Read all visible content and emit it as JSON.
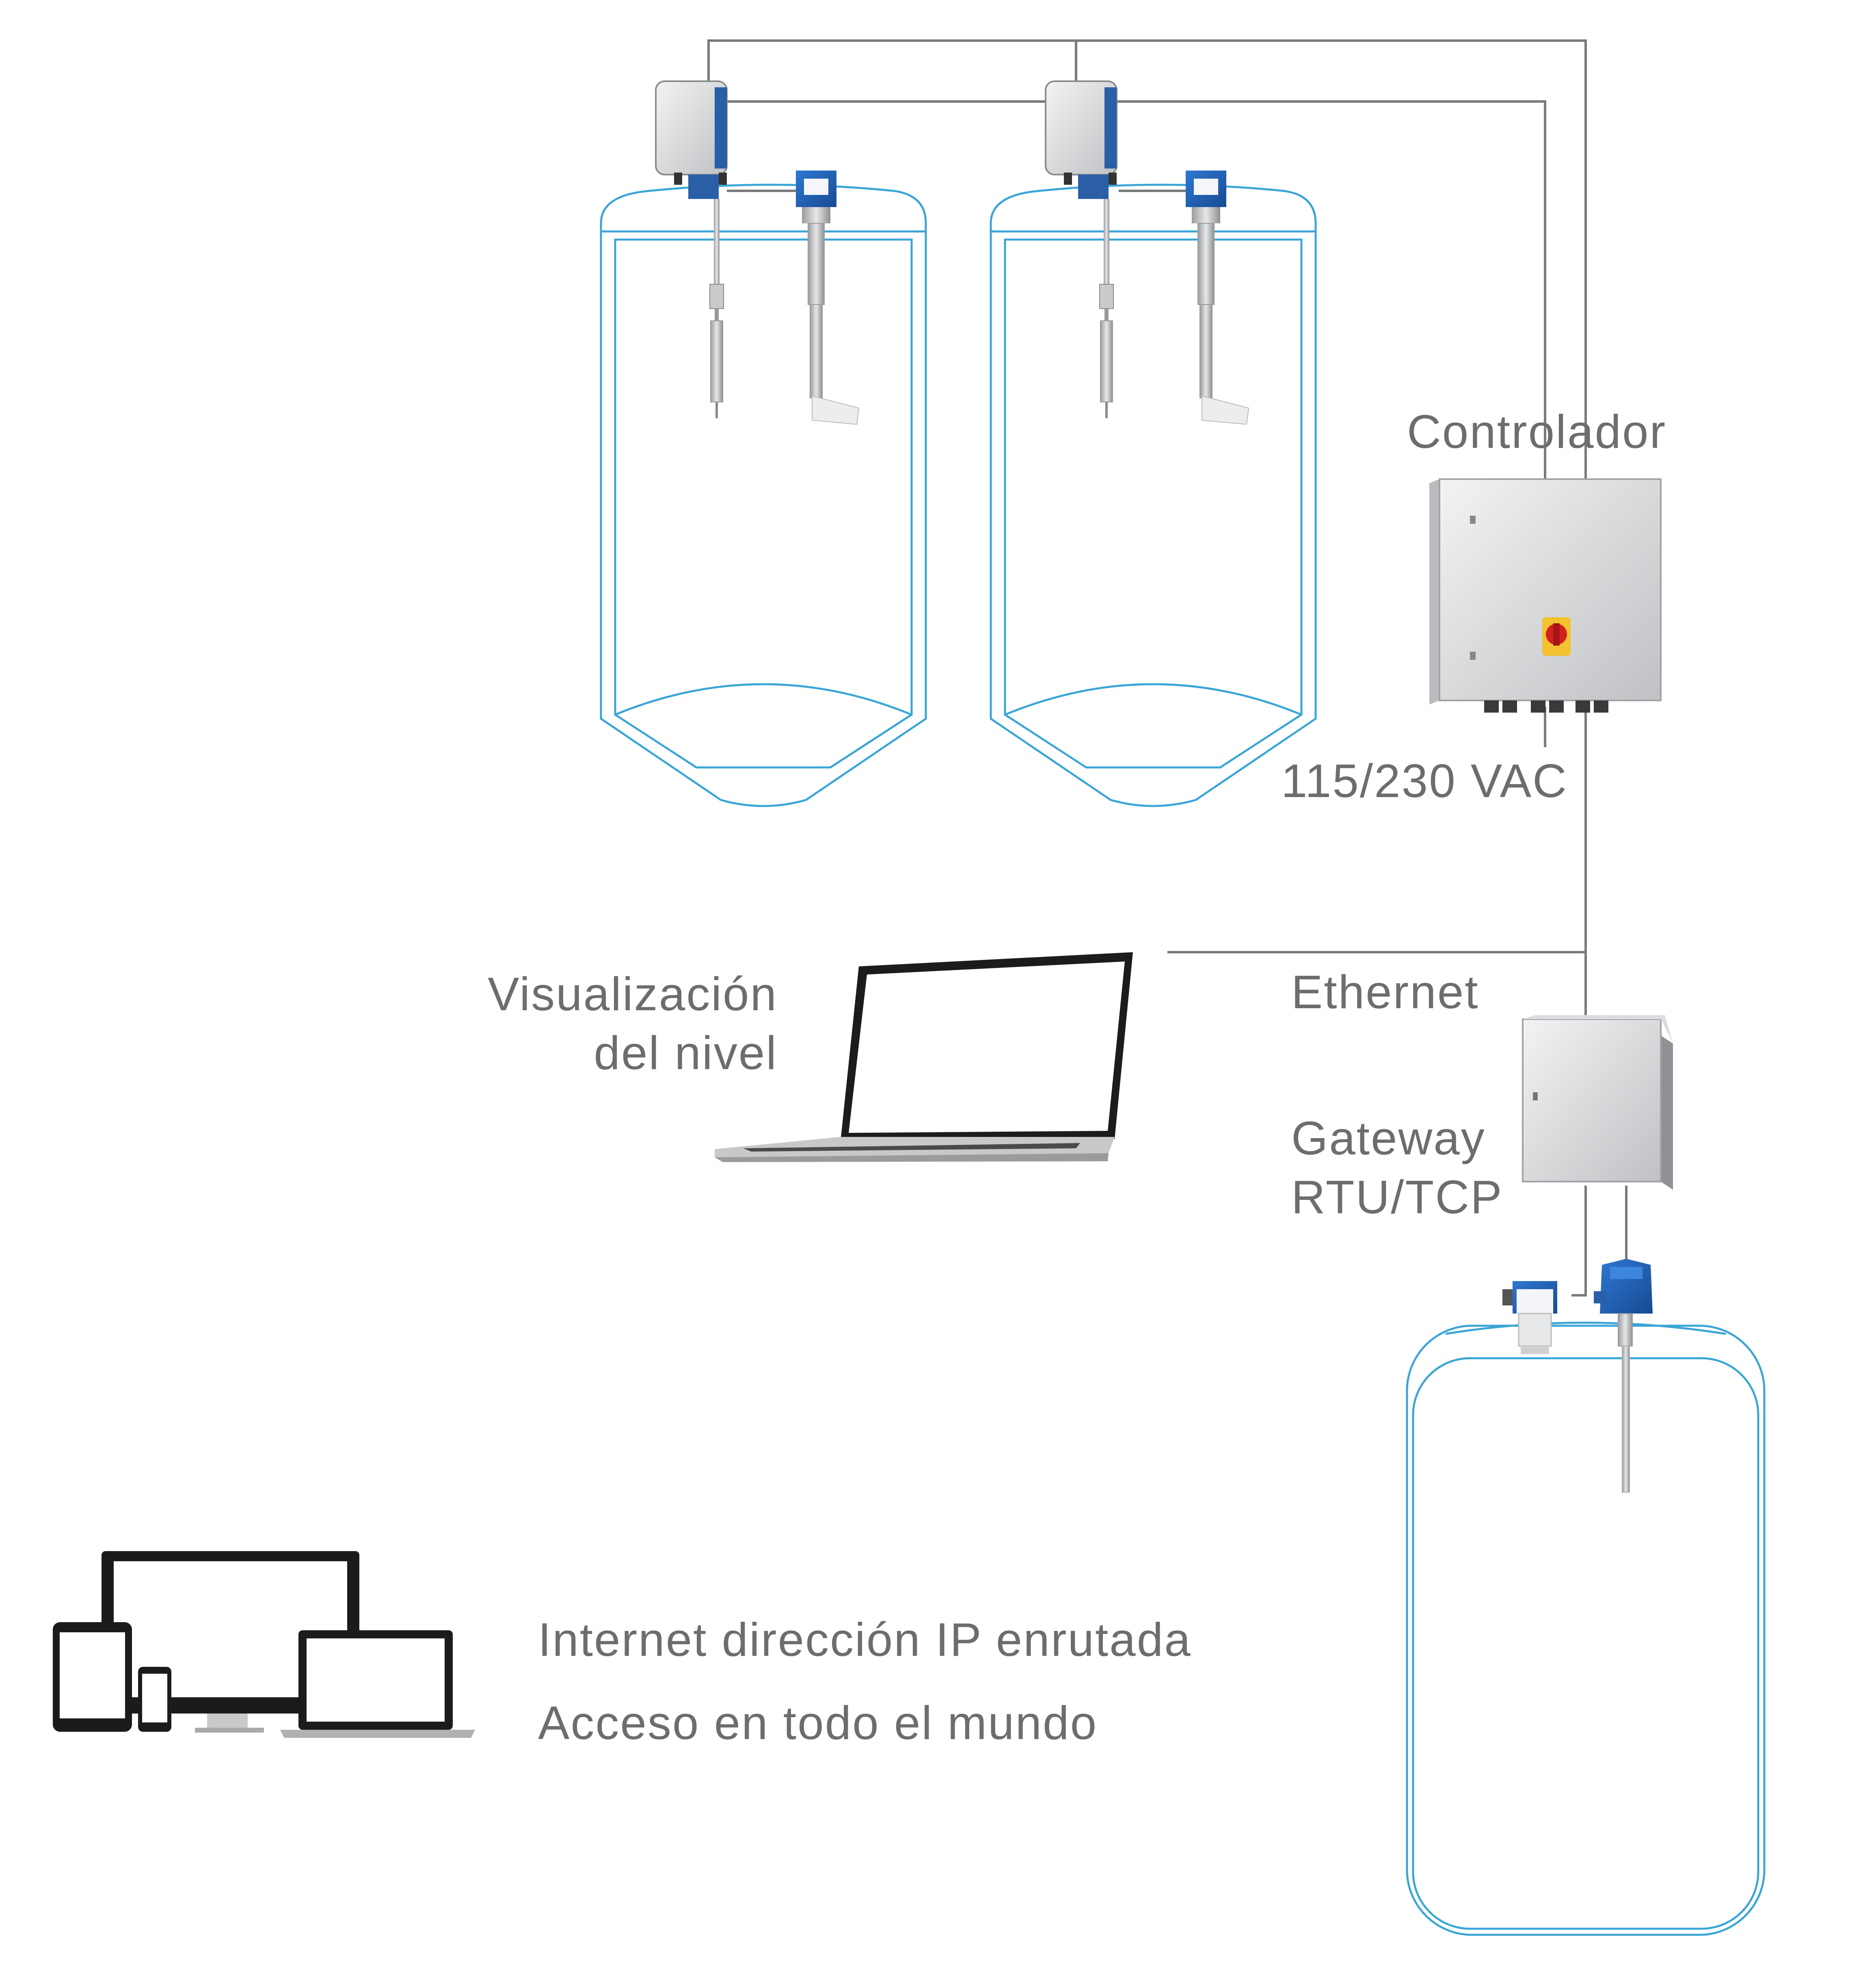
{
  "labels": {
    "controller": "Controlador",
    "power": "115/230 VAC",
    "visualization_line1": "Visualización",
    "visualization_line2": "del nivel",
    "ethernet": "Ethernet",
    "gateway_line1": "Gateway",
    "gateway_line2": "RTU/TCP",
    "internet_line1": "Internet dirección IP enrutada",
    "internet_line2": "Acceso en todo el mundo"
  },
  "colors": {
    "tank_outline": "#3aa5d6",
    "wire": "#7a7a7a",
    "text": "#6d6d6d",
    "device_blue": "#1f5fb4",
    "enclosure_grey": "#d9dadc"
  }
}
